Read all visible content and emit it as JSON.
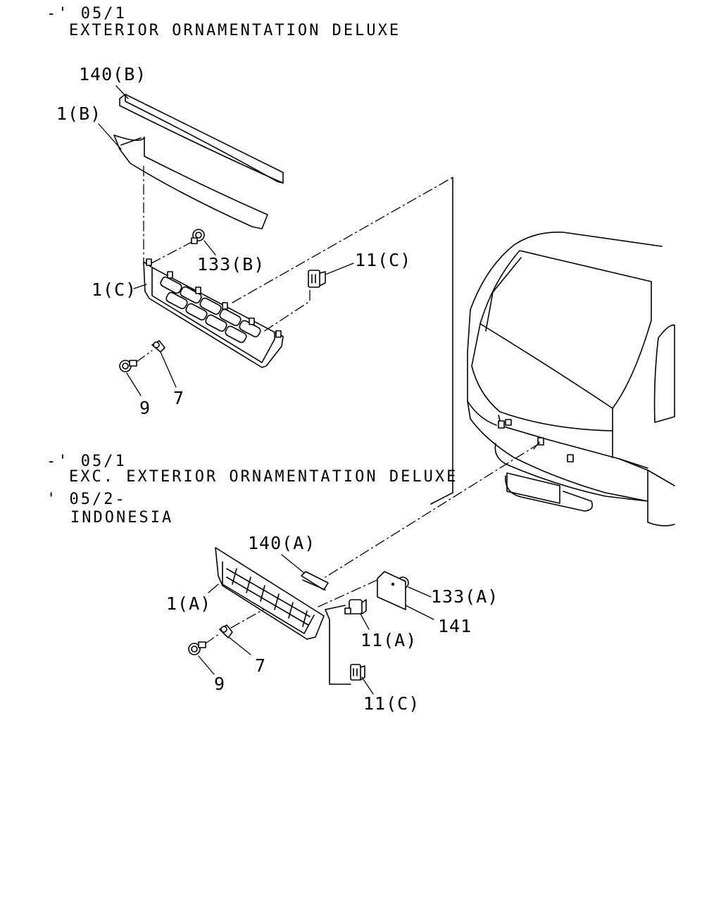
{
  "headers": {
    "section_1_period": "-' 05/1",
    "section_1_desc": "EXTERIOR ORNAMENTATION DELUXE",
    "section_2_period": "-' 05/1",
    "section_2_desc": "EXC. EXTERIOR ORNAMENTATION DELUXE",
    "section_3_period": "' 05/2-",
    "section_3_desc": "INDONESIA"
  },
  "callouts": {
    "p140b": "140(B)",
    "p1b": "1(B)",
    "p133b": "133(B)",
    "p11c_top": "11(C)",
    "p1c": "1(C)",
    "p9_top": "9",
    "p7_top": "7",
    "p140a": "140(A)",
    "p133a": "133(A)",
    "p1a": "1(A)",
    "p141": "141",
    "p11a": "11(A)",
    "p9_bottom": "9",
    "p7_bottom": "7",
    "p11c_bottom": "11(C)"
  }
}
